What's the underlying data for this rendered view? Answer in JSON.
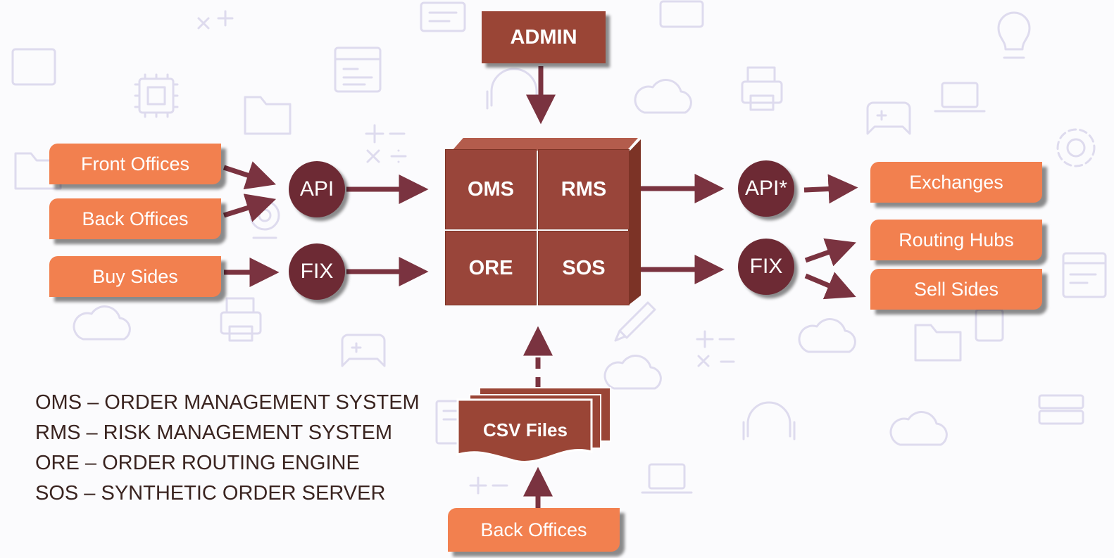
{
  "admin": {
    "label": "ADMIN"
  },
  "inputs": {
    "front_offices": "Front Offices",
    "back_offices": "Back Offices",
    "buy_sides": "Buy Sides",
    "bottom_back_offices": "Back Offices"
  },
  "outputs": {
    "exchanges": "Exchanges",
    "routing_hubs": "Routing Hubs",
    "sell_sides": "Sell Sides"
  },
  "connectors": {
    "api_in": "API",
    "fix_in": "FIX",
    "api_out": "API*",
    "fix_out": "FIX"
  },
  "core": {
    "oms": "OMS",
    "rms": "RMS",
    "ore": "ORE",
    "sos": "SOS"
  },
  "csv": {
    "label": "CSV Files"
  },
  "legend": [
    "OMS – ORDER MANAGEMENT SYSTEM",
    "RMS – RISK MANAGEMENT SYSTEM",
    "ORE – ORDER ROUTING ENGINE",
    "SOS – SYNTHETIC ORDER SERVER"
  ],
  "colors": {
    "accent_orange": "#f2804f",
    "node_dark": "#6d2a34",
    "core_brick": "#99453a",
    "arrow": "#7a3340",
    "background_icons": "#dedbee"
  }
}
